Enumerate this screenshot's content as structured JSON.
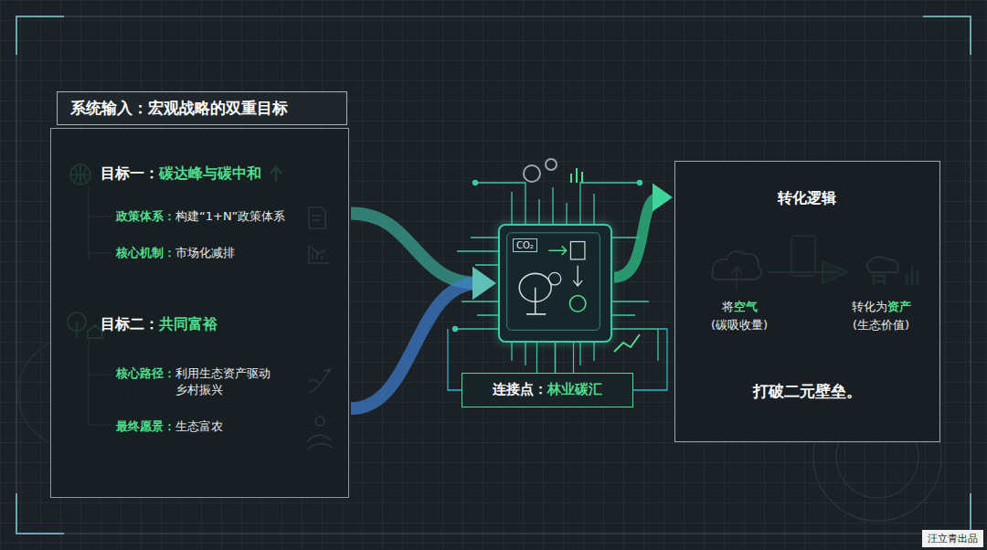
{
  "diagram": {
    "nodes": [
      {
        "text": [
          "系统输入：宏观战略的双重目标",
          "目标一：",
          "碳达峰与碳中和",
          "政策体系：",
          "构建“1+N”政策体系",
          "核心机制：",
          "市场化减排",
          "目标二：",
          "共同富裕",
          "核心路径：",
          "利用生态资产驱动 乡村振兴",
          "最终愿景：",
          "生态富农"
        ]
      },
      {
        "text": [
          "CO₂"
        ]
      },
      {
        "text": [
          "连接点：",
          "林业碳汇"
        ]
      },
      {
        "text": [
          "转化逻辑",
          "将",
          "空气",
          "(碳吸收量)",
          "转化为",
          "资产",
          "(生态价值)",
          "打破二元壁垒。"
        ]
      }
    ],
    "edges": [
      {
        "from": 0,
        "to": 1,
        "arrow": "to"
      },
      {
        "from": 1,
        "to": 3,
        "arrow": "to"
      },
      {
        "from": 1,
        "to": 2,
        "arrow": "none"
      }
    ],
    "labels": [
      "汪立青出品"
    ]
  }
}
